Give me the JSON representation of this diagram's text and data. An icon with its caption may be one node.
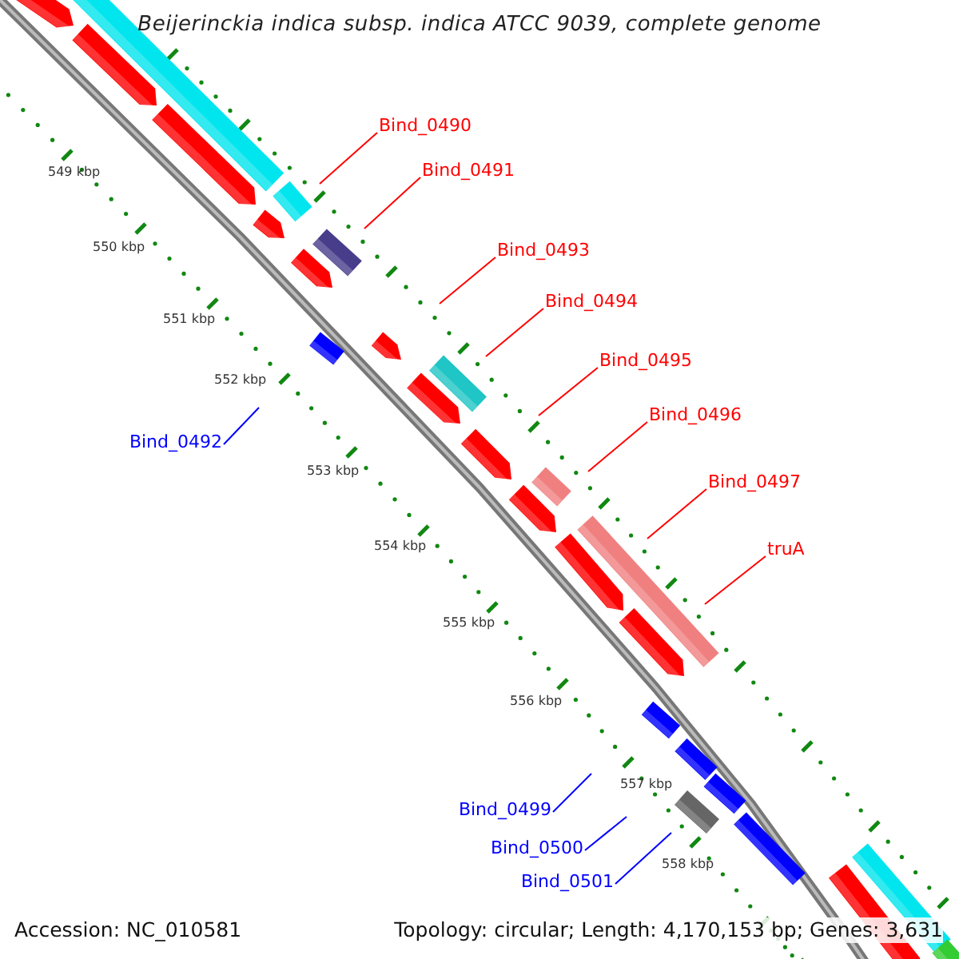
{
  "diagram": {
    "title": "Beijerinckia indica subsp. indica ATCC 9039, complete genome",
    "nodes": [
      {
        "text": [
          "Bind_0490"
        ]
      },
      {
        "text": [
          "Bind_0491"
        ]
      },
      {
        "text": [
          "Bind_0493"
        ]
      },
      {
        "text": [
          "Bind_0494"
        ]
      },
      {
        "text": [
          "Bind_0495"
        ]
      },
      {
        "text": [
          "Bind_0496"
        ]
      },
      {
        "text": [
          "Bind_0492"
        ]
      },
      {
        "text": [
          "Bind_0497"
        ]
      },
      {
        "text": [
          "truA"
        ]
      },
      {
        "text": [
          "Bind_0499"
        ]
      },
      {
        "text": [
          "Bind_0500"
        ]
      },
      {
        "text": [
          "Bind_0501"
        ]
      }
    ],
    "edges": [
      {
        "from": 0,
        "to": null,
        "arrow": "none"
      },
      {
        "from": 1,
        "to": null,
        "arrow": "none"
      },
      {
        "from": 2,
        "to": null,
        "arrow": "none"
      },
      {
        "from": 3,
        "to": null,
        "arrow": "none"
      },
      {
        "from": 4,
        "to": null,
        "arrow": "none"
      },
      {
        "from": 5,
        "to": null,
        "arrow": "none"
      },
      {
        "from": 6,
        "to": null,
        "arrow": "none",
        "color": "#0000ff"
      },
      {
        "from": 7,
        "to": null,
        "arrow": "none"
      },
      {
        "from": 8,
        "to": null,
        "arrow": "none"
      },
      {
        "from": 9,
        "to": null,
        "arrow": "none",
        "color": "#0000ff"
      },
      {
        "from": 10,
        "to": null,
        "arrow": "none",
        "color": "#0000ff"
      },
      {
        "from": 11,
        "to": null,
        "arrow": "none",
        "color": "#0000ff"
      }
    ],
    "labels": [
      "549 kbp",
      "550 kbp",
      "551 kbp",
      "552 kbp",
      "553 kbp",
      "554 kbp",
      "555 kbp",
      "556 kbp",
      "557 kbp",
      "558 kbp",
      "Accession: NC_010581",
      "Topology: circular; Length: 4,170,153 bp; Genes: 3,631"
    ]
  }
}
